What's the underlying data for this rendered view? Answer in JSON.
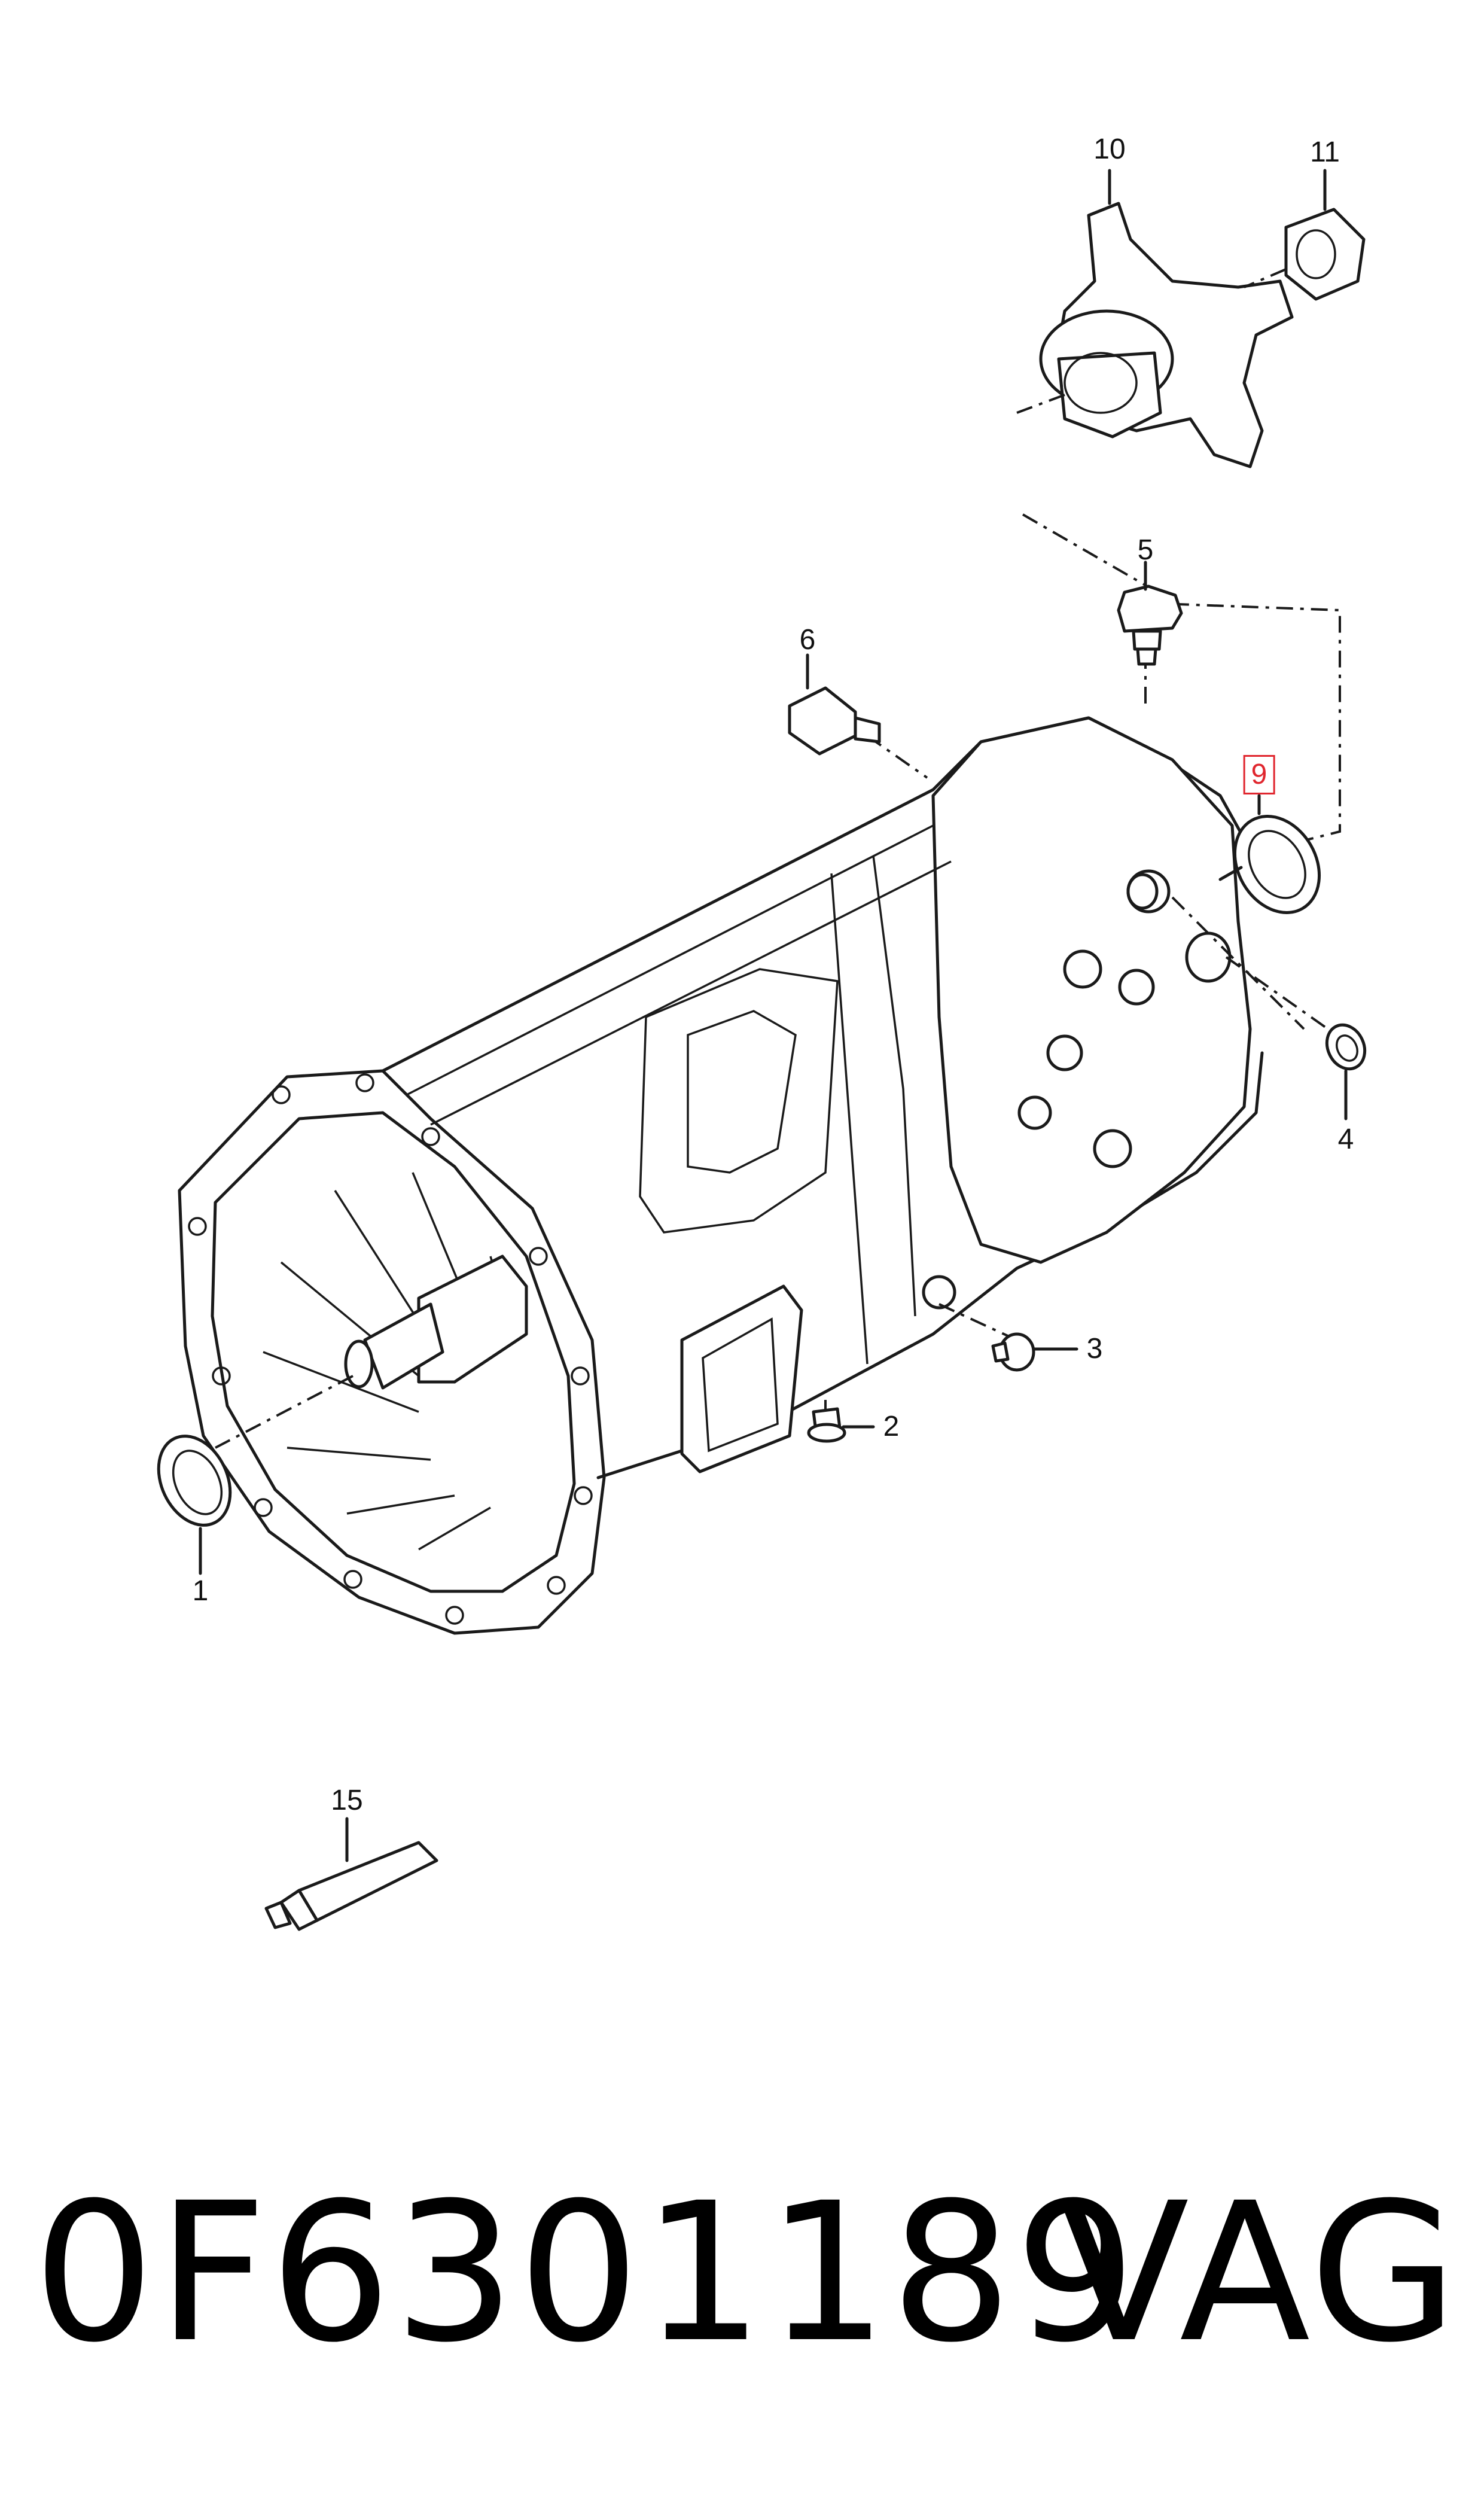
{
  "diagram": {
    "callouts": [
      {
        "id": "c1",
        "text": "1"
      },
      {
        "id": "c2",
        "text": "2"
      },
      {
        "id": "c3",
        "text": "3"
      },
      {
        "id": "c4",
        "text": "4"
      },
      {
        "id": "c5",
        "text": "5"
      },
      {
        "id": "c6",
        "text": "6"
      },
      {
        "id": "c9",
        "text": "9",
        "highlighted": true
      },
      {
        "id": "c10",
        "text": "10"
      },
      {
        "id": "c11",
        "text": "11"
      },
      {
        "id": "c15",
        "text": "15"
      }
    ],
    "highlight_color": "#e0262e"
  },
  "footer": {
    "part_number": "0F6301189",
    "brand": "VAG"
  }
}
